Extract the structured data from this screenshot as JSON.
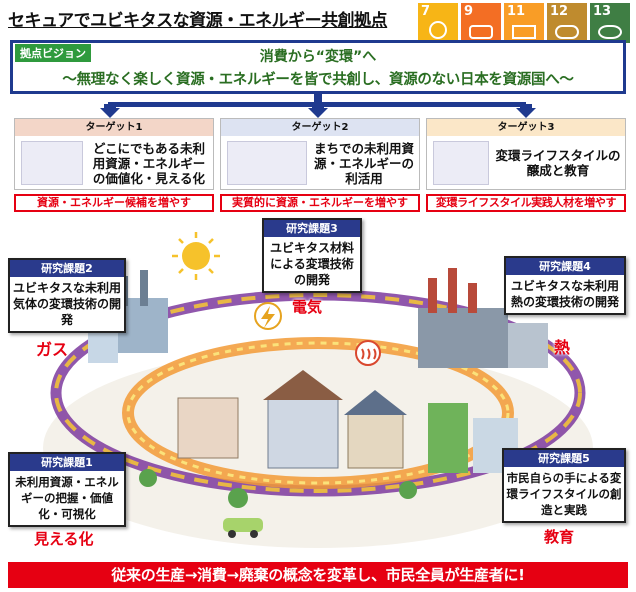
{
  "title": "セキュアでユビキタスな資源・エネルギー共創拠点",
  "sdg_icons": [
    {
      "number": "7",
      "color": "#f7b516",
      "icon": "sun-icon"
    },
    {
      "number": "9",
      "color": "#f36e24",
      "icon": "industry-icon"
    },
    {
      "number": "11",
      "color": "#f99d26",
      "icon": "city-icon"
    },
    {
      "number": "12",
      "color": "#bf8b2e",
      "icon": "infinity-icon"
    },
    {
      "number": "13",
      "color": "#3f7e44",
      "icon": "eye-icon"
    }
  ],
  "vision": {
    "tag": "拠点ビジョン",
    "line1": "消費から“変環”へ",
    "line2": "～無理なく楽しく資源・エネルギーを皆で共創し、資源のない日本を資源国へ～"
  },
  "targets": [
    {
      "header": "ターゲット1",
      "body": "どこにでもある未利用資源・エネルギーの価値化・見える化",
      "footer": "資源・エネルギー候補を増やす",
      "head_color": "#f3d6c8"
    },
    {
      "header": "ターゲット2",
      "body": "まちでの未利用資源・エネルギーの利活用",
      "footer": "実質的に資源・エネルギーを増やす",
      "head_color": "#dde3f2"
    },
    {
      "header": "ターゲット3",
      "body": "変環ライフスタイルの醸成と教育",
      "footer": "変環ライフスタイル実践人材を増やす",
      "head_color": "#fbe7c8"
    }
  ],
  "research": [
    {
      "header": "研究課題1",
      "body": "未利用資源・エネルギーの把握・価値化・可視化",
      "label": "見える化"
    },
    {
      "header": "研究課題2",
      "body": "ユビキタスな未利用気体の変環技術の開発",
      "label": "ガス"
    },
    {
      "header": "研究課題3",
      "body": "ユビキタス材料による変環技術の開発",
      "label": "電気"
    },
    {
      "header": "研究課題4",
      "body": "ユビキタスな未利用熱の変環技術の開発",
      "label": "熱"
    },
    {
      "header": "研究課題5",
      "body": "市民自らの手による変環ライフスタイルの創造と実践",
      "label": "教育"
    }
  ],
  "banner": "従来の生産→消費→廃棄の概念を変革し、市民全員が生産者に!",
  "colors": {
    "navy": "#1f3a8f",
    "green": "#2a6e22",
    "red": "#e60012",
    "card_head": "#2a3a8c"
  }
}
